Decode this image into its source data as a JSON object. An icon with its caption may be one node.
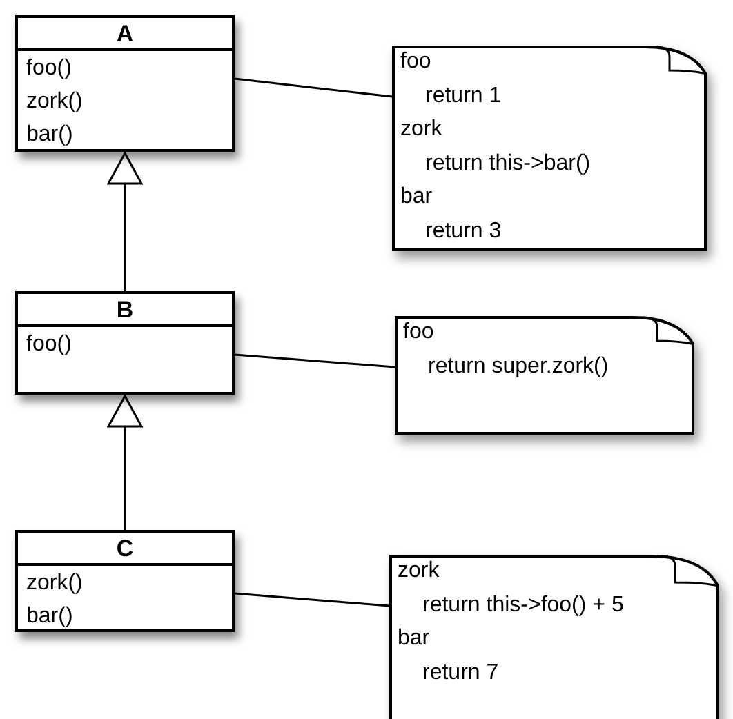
{
  "diagram": {
    "nodes": [
      {
        "text": [
          "A",
          "foo()",
          "zork()",
          "bar()"
        ]
      },
      {
        "text": [
          "foo",
          "return 1",
          "zork",
          "return this->bar()",
          "bar",
          "return 3"
        ]
      },
      {
        "text": [
          "B",
          "foo()"
        ]
      },
      {
        "text": [
          "foo",
          "return super.zork()"
        ]
      },
      {
        "text": [
          "C",
          "zork()",
          "bar()"
        ]
      },
      {
        "text": [
          "zork",
          "return this->foo() + 5",
          "bar",
          "return 7"
        ]
      }
    ],
    "edges": [
      {
        "from": 0,
        "to": 1,
        "arrow": "none"
      },
      {
        "from": 2,
        "to": 0,
        "arrow": "to"
      },
      {
        "from": 2,
        "to": 3,
        "arrow": "none"
      },
      {
        "from": 4,
        "to": 2,
        "arrow": "to"
      },
      {
        "from": 4,
        "to": 5,
        "arrow": "none"
      }
    ]
  }
}
